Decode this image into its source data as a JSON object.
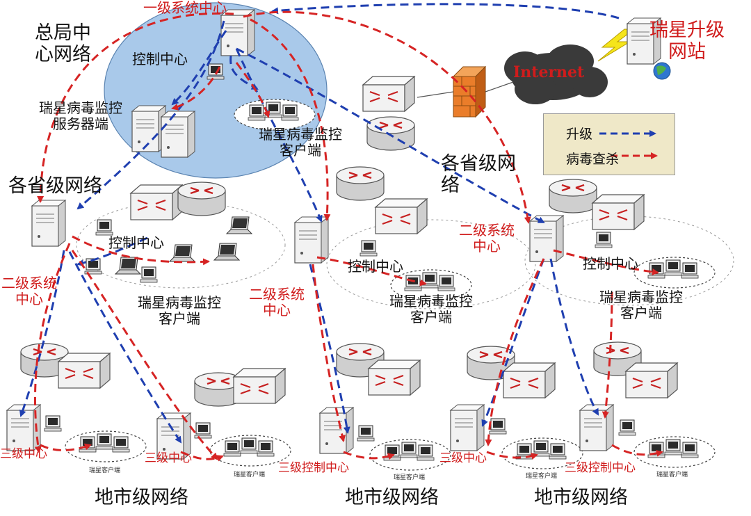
{
  "diagram": {
    "hq_network": "总局中\n心网络",
    "level1_center": "一级系统中心",
    "control_center": "控制中心",
    "virus_server": "瑞星病毒监控\n服务器端",
    "virus_client": "瑞星病毒监控\n客户端",
    "upgrade_site": "瑞星升级\n网站",
    "internet": "Internet",
    "province_network": "各省级网络",
    "province_network_wrapped": "各省级网\n络",
    "level2_center": "二级系统\n中心",
    "level3_center": "三级中心",
    "level3_control": "三级控制中心",
    "city_network": "地市级网络",
    "client_cluster_label": "瑞星客户端",
    "legend": {
      "upgrade": "升级",
      "virus_kill": "病毒查杀"
    }
  },
  "colors": {
    "upgrade_line": "#1f3fb0",
    "virus_line": "#d62424",
    "hq_circle": "#a9c9ea",
    "legend_bg": "#efe8c8",
    "label_red": "#d01c1c"
  }
}
